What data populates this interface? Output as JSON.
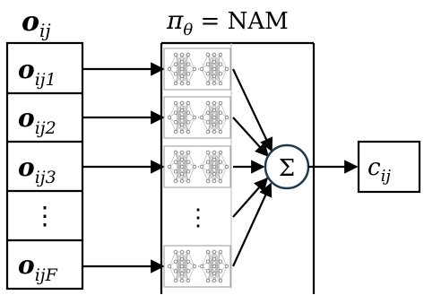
{
  "input": {
    "header": {
      "main": "o",
      "sub": "ij"
    },
    "items": [
      {
        "main": "o",
        "sub": "ij1"
      },
      {
        "main": "o",
        "sub": "ij2"
      },
      {
        "main": "o",
        "sub": "ij3"
      },
      {
        "main": "⋮",
        "sub": ""
      },
      {
        "main": "o",
        "sub": "ijF"
      }
    ]
  },
  "model": {
    "title_symbol": "π",
    "title_sub": "θ",
    "title_rest": " = NAM",
    "ellipsis": "⋮"
  },
  "sum": {
    "symbol": "Σ"
  },
  "output": {
    "main": "c",
    "sub": "ij"
  },
  "colors": {
    "line": "#000000",
    "sum_border": "#1f3a4a",
    "net_stroke": "#9a9a9a"
  }
}
